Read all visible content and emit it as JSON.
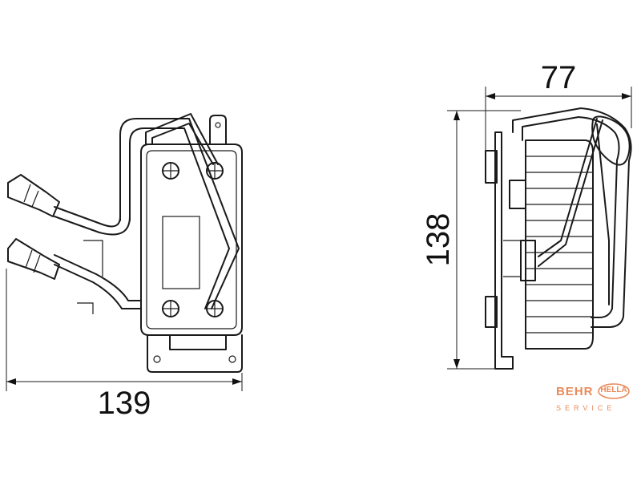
{
  "dimensions": {
    "width_label": "139",
    "depth_label": "77",
    "height_label": "138"
  },
  "brand": {
    "behr": "BEHR",
    "hella": "HELLA",
    "service": "SERVICE",
    "color": "#e88a5a"
  }
}
